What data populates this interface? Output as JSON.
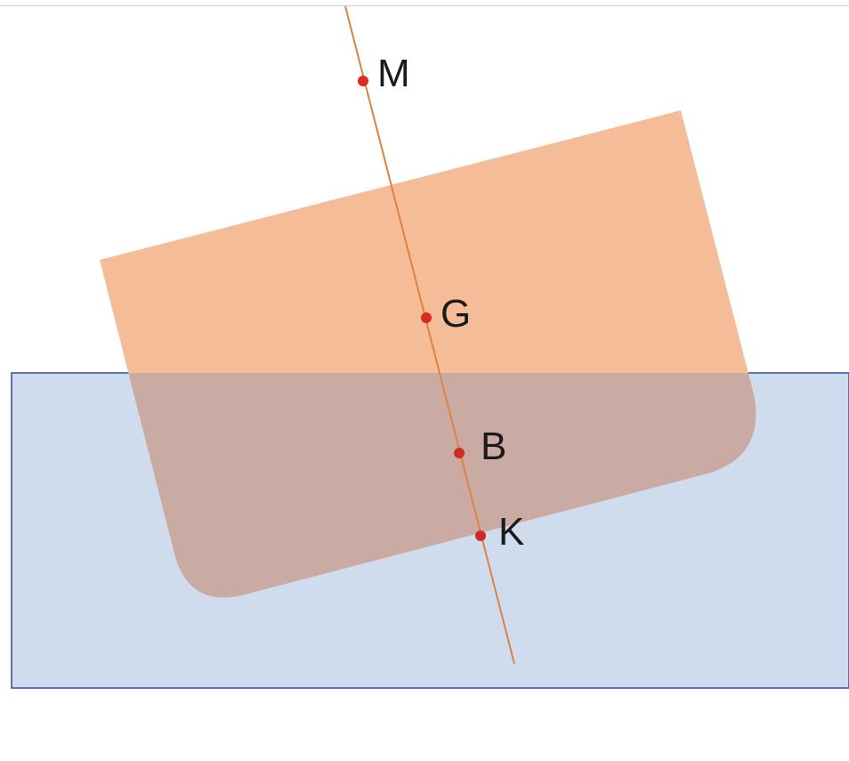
{
  "diagram": {
    "points": [
      {
        "id": "M",
        "label": "M"
      },
      {
        "id": "G",
        "label": "G"
      },
      {
        "id": "B",
        "label": "B"
      },
      {
        "id": "K",
        "label": "K"
      }
    ],
    "colors": {
      "hull_fill": "#f4bd98",
      "water_fill": "#cfdcee",
      "water_border": "#2f4f8f",
      "overlap_fill": "#c9aba4",
      "axis_line": "#e0813f",
      "point_fill": "#e0281e"
    }
  }
}
